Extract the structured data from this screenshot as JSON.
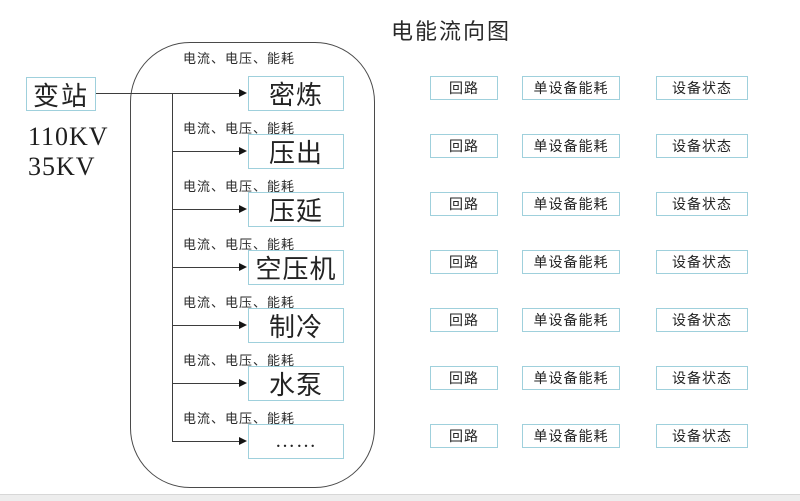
{
  "title": "电能流向图",
  "source": {
    "label": "变站",
    "voltage_primary": "110KV",
    "voltage_secondary": "35KV"
  },
  "branch_metric_label": "电流、电压、能耗",
  "flows": [
    {
      "label": "密炼"
    },
    {
      "label": "压出"
    },
    {
      "label": "压延"
    },
    {
      "label": "空压机"
    },
    {
      "label": "制冷"
    },
    {
      "label": "水泵"
    },
    {
      "label": "……"
    }
  ],
  "panel_columns": {
    "circuit": "回路",
    "device_energy": "单设备能耗",
    "device_status": "设备状态"
  },
  "colors": {
    "box_border": "#9fd0dc",
    "connector_line": "#3d3d3d",
    "text": "#262626",
    "scrollbar_track": "#ededed"
  }
}
